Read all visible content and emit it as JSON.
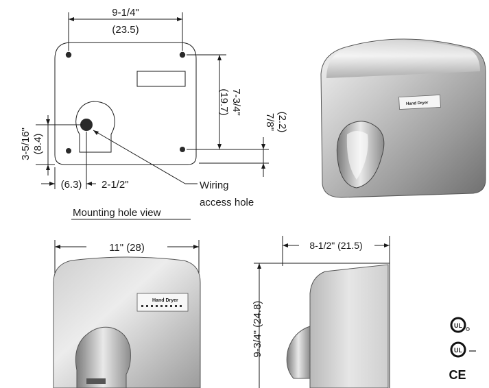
{
  "mounting_view": {
    "width_in": "9-1/4\"",
    "width_cm": "(23.5)",
    "height_in": "7-3/4\"",
    "height_cm": "(19.7)",
    "hole_offset_in": "7/8\"",
    "hole_offset_cm": "(2.2)",
    "wiring_height_in": "3-5/16\"",
    "wiring_height_cm": "(8.4)",
    "left_offset_cm": "(6.3)",
    "left_offset_in": "2-1/2\"",
    "wiring_label_1": "Wiring",
    "wiring_label_2": "access hole",
    "caption": "Mounting hole view"
  },
  "front_view": {
    "width_label": "11\" (28)",
    "brand_text": "Hand Dryer"
  },
  "side_view": {
    "depth_label": "8-1/2\" (21.5)",
    "height_label": "9-3/4\" (24.8)"
  },
  "photo": {
    "brand_text": "Hand Dryer"
  },
  "certifications": {
    "ul_text": "UL",
    "ce_text": "CE"
  }
}
